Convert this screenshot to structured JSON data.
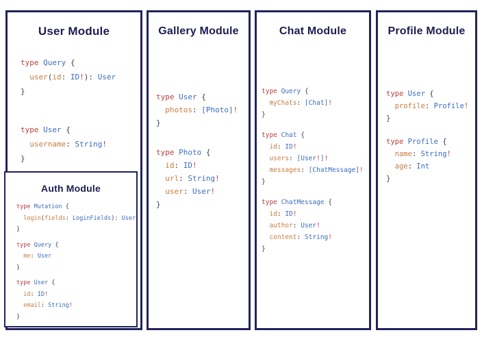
{
  "colors": {
    "background": "#ffffff",
    "border_navy": "#22225c",
    "title_navy": "#1d1d52",
    "keyword_red": "#b5413d",
    "type_blue": "#3a6dc0",
    "field_orange": "#c97b3f",
    "punctuation_gray": "#3d3d46",
    "bang_red": "#c23b35"
  },
  "panels": {
    "user": {
      "title": "User Module",
      "blocks": [
        [
          [
            [
              "k",
              "type "
            ],
            [
              "t",
              "Query "
            ],
            [
              "p",
              "{"
            ]
          ],
          [
            [
              "p",
              "  "
            ],
            [
              "f",
              "user"
            ],
            [
              "p",
              "("
            ],
            [
              "f",
              "id"
            ],
            [
              "p",
              ": "
            ],
            [
              "t",
              "ID"
            ],
            [
              "b",
              "!"
            ],
            [
              "p",
              "): "
            ],
            [
              "t",
              "User"
            ]
          ],
          [
            [
              "p",
              "}"
            ]
          ]
        ],
        [
          [
            [
              "k",
              "type "
            ],
            [
              "t",
              "User "
            ],
            [
              "p",
              "{"
            ]
          ],
          [
            [
              "p",
              "  "
            ],
            [
              "f",
              "username"
            ],
            [
              "p",
              ": "
            ],
            [
              "t",
              "String"
            ],
            [
              "b",
              "!"
            ]
          ],
          [
            [
              "p",
              "}"
            ]
          ]
        ]
      ]
    },
    "auth": {
      "title": "Auth Module",
      "blocks": [
        [
          [
            [
              "k",
              "type "
            ],
            [
              "t",
              "Mutation "
            ],
            [
              "p",
              "{"
            ]
          ],
          [
            [
              "p",
              "  "
            ],
            [
              "f",
              "login"
            ],
            [
              "p",
              "("
            ],
            [
              "f",
              "fields"
            ],
            [
              "p",
              ": "
            ],
            [
              "t",
              "LoginFields"
            ],
            [
              "p",
              "): "
            ],
            [
              "t",
              "User"
            ]
          ],
          [
            [
              "p",
              "}"
            ]
          ]
        ],
        [
          [
            [
              "k",
              "type "
            ],
            [
              "t",
              "Query "
            ],
            [
              "p",
              "{"
            ]
          ],
          [
            [
              "p",
              "  "
            ],
            [
              "f",
              "me"
            ],
            [
              "p",
              ": "
            ],
            [
              "t",
              "User"
            ]
          ],
          [
            [
              "p",
              "}"
            ]
          ]
        ],
        [
          [
            [
              "k",
              "type "
            ],
            [
              "t",
              "User "
            ],
            [
              "p",
              "{"
            ]
          ],
          [
            [
              "p",
              "  "
            ],
            [
              "f",
              "id"
            ],
            [
              "p",
              ": "
            ],
            [
              "t",
              "ID"
            ],
            [
              "b",
              "!"
            ]
          ],
          [
            [
              "p",
              "  "
            ],
            [
              "f",
              "email"
            ],
            [
              "p",
              ": "
            ],
            [
              "t",
              "String"
            ],
            [
              "b",
              "!"
            ]
          ],
          [
            [
              "p",
              "}"
            ]
          ]
        ]
      ]
    },
    "gallery": {
      "title": "Gallery Module",
      "blocks": [
        [
          [
            [
              "k",
              "type "
            ],
            [
              "t",
              "User "
            ],
            [
              "p",
              "{"
            ]
          ],
          [
            [
              "p",
              "  "
            ],
            [
              "f",
              "photos"
            ],
            [
              "p",
              ": "
            ],
            [
              "t",
              "[Photo]"
            ],
            [
              "b",
              "!"
            ]
          ],
          [
            [
              "p",
              "}"
            ]
          ]
        ],
        [
          [
            [
              "k",
              "type "
            ],
            [
              "t",
              "Photo "
            ],
            [
              "p",
              "{"
            ]
          ],
          [
            [
              "p",
              "  "
            ],
            [
              "f",
              "id"
            ],
            [
              "p",
              ": "
            ],
            [
              "t",
              "ID"
            ],
            [
              "b",
              "!"
            ]
          ],
          [
            [
              "p",
              "  "
            ],
            [
              "f",
              "url"
            ],
            [
              "p",
              ": "
            ],
            [
              "t",
              "String"
            ],
            [
              "b",
              "!"
            ]
          ],
          [
            [
              "p",
              "  "
            ],
            [
              "f",
              "user"
            ],
            [
              "p",
              ": "
            ],
            [
              "t",
              "User"
            ],
            [
              "b",
              "!"
            ]
          ],
          [
            [
              "p",
              "}"
            ]
          ]
        ]
      ]
    },
    "chat": {
      "title": "Chat Module",
      "blocks": [
        [
          [
            [
              "k",
              "type "
            ],
            [
              "t",
              "Query "
            ],
            [
              "p",
              "{"
            ]
          ],
          [
            [
              "p",
              "  "
            ],
            [
              "f",
              "myChats"
            ],
            [
              "p",
              ": "
            ],
            [
              "t",
              "[Chat]"
            ],
            [
              "b",
              "!"
            ]
          ],
          [
            [
              "p",
              "}"
            ]
          ]
        ],
        [
          [
            [
              "k",
              "type "
            ],
            [
              "t",
              "Chat "
            ],
            [
              "p",
              "{"
            ]
          ],
          [
            [
              "p",
              "  "
            ],
            [
              "f",
              "id"
            ],
            [
              "p",
              ": "
            ],
            [
              "t",
              "ID"
            ],
            [
              "b",
              "!"
            ]
          ],
          [
            [
              "p",
              "  "
            ],
            [
              "f",
              "users"
            ],
            [
              "p",
              ": "
            ],
            [
              "t",
              "[User"
            ],
            [
              "b",
              "!"
            ],
            [
              "t",
              "]"
            ],
            [
              "b",
              "!"
            ]
          ],
          [
            [
              "p",
              "  "
            ],
            [
              "f",
              "messages"
            ],
            [
              "p",
              ": "
            ],
            [
              "t",
              "[ChatMessage]"
            ],
            [
              "b",
              "!"
            ]
          ],
          [
            [
              "p",
              "}"
            ]
          ]
        ],
        [
          [
            [
              "k",
              "type "
            ],
            [
              "t",
              "ChatMessage "
            ],
            [
              "p",
              "{"
            ]
          ],
          [
            [
              "p",
              "  "
            ],
            [
              "f",
              "id"
            ],
            [
              "p",
              ": "
            ],
            [
              "t",
              "ID"
            ],
            [
              "b",
              "!"
            ]
          ],
          [
            [
              "p",
              "  "
            ],
            [
              "f",
              "author"
            ],
            [
              "p",
              ": "
            ],
            [
              "t",
              "User"
            ],
            [
              "b",
              "!"
            ]
          ],
          [
            [
              "p",
              "  "
            ],
            [
              "f",
              "content"
            ],
            [
              "p",
              ": "
            ],
            [
              "t",
              "String"
            ],
            [
              "b",
              "!"
            ]
          ],
          [
            [
              "p",
              "}"
            ]
          ]
        ]
      ]
    },
    "profile": {
      "title": "Profile Module",
      "blocks": [
        [
          [
            [
              "k",
              "type "
            ],
            [
              "t",
              "User "
            ],
            [
              "p",
              "{"
            ]
          ],
          [
            [
              "p",
              "  "
            ],
            [
              "f",
              "profile"
            ],
            [
              "p",
              ": "
            ],
            [
              "t",
              "Profile"
            ],
            [
              "b",
              "!"
            ]
          ],
          [
            [
              "p",
              "}"
            ]
          ]
        ],
        [
          [
            [
              "k",
              "type "
            ],
            [
              "t",
              "Profile "
            ],
            [
              "p",
              "{"
            ]
          ],
          [
            [
              "p",
              "  "
            ],
            [
              "f",
              "name"
            ],
            [
              "p",
              ": "
            ],
            [
              "t",
              "String"
            ],
            [
              "b",
              "!"
            ]
          ],
          [
            [
              "p",
              "  "
            ],
            [
              "f",
              "age"
            ],
            [
              "p",
              ": "
            ],
            [
              "t",
              "Int"
            ]
          ],
          [
            [
              "p",
              "}"
            ]
          ]
        ]
      ]
    }
  }
}
